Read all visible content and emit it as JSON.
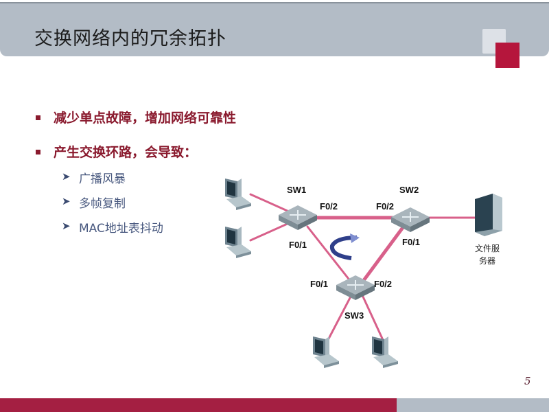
{
  "title": "交换网络内的冗余拓扑",
  "bullets": [
    {
      "text": "减少单点故障，增加网络可靠性"
    },
    {
      "text": "产生交换环路，会导致：",
      "sub": [
        "广播风暴",
        "多帧复制",
        "MAC地址表抖动"
      ]
    }
  ],
  "diagram": {
    "switches": [
      "SW1",
      "SW2",
      "SW3"
    ],
    "ports": {
      "sw1_f02": "F0/2",
      "sw1_f01": "F0/1",
      "sw2_f02": "F0/2",
      "sw2_f01": "F0/1",
      "sw3_f01": "F0/1",
      "sw3_f02": "F0/2"
    },
    "server_label_line1": "文件服",
    "server_label_line2": "务器"
  },
  "page_number": "5",
  "colors": {
    "accent": "#a41f42",
    "link": "#d8608a",
    "header": "#b3bcc6"
  }
}
